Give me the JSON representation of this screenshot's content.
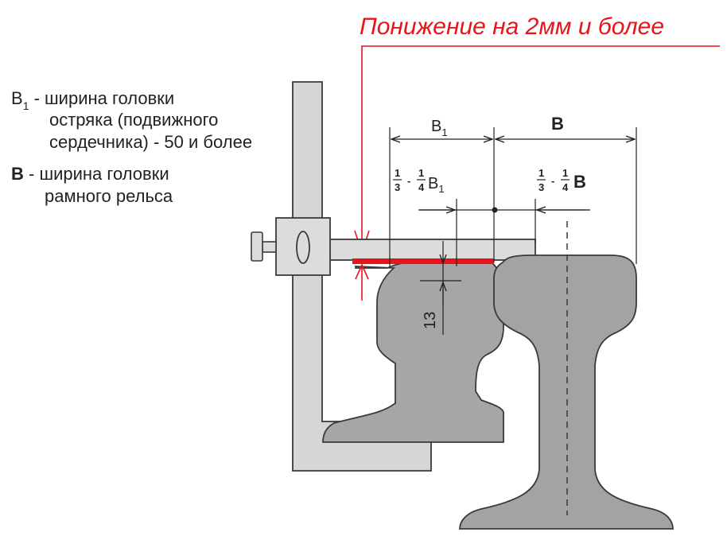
{
  "title": "Понижение на 2мм и более",
  "legend": {
    "b1_symbol": "B",
    "b1_sub": "1",
    "b1_line1": " - ширина  головки",
    "b1_line2": "остряка (подвижного",
    "b1_line3": "сердечника) - 50 и более",
    "b_symbol": "B",
    "b_line1": " - ширина головки",
    "b_line2": "рамного рельса"
  },
  "dims": {
    "b1_top": "B",
    "b1_top_sub": "1",
    "b_top": "B",
    "frac_one": "1",
    "frac_three": "3",
    "frac_four": "4",
    "frac_dash": "-",
    "left_suffix": "B",
    "left_suffix_sub": "1",
    "right_suffix": "B",
    "height_13": "13"
  },
  "colors": {
    "accent": "#e8141c",
    "rail": "#a3a3a3",
    "rail_edge": "#3a3a3a",
    "gauge": "#d6d6d6"
  }
}
